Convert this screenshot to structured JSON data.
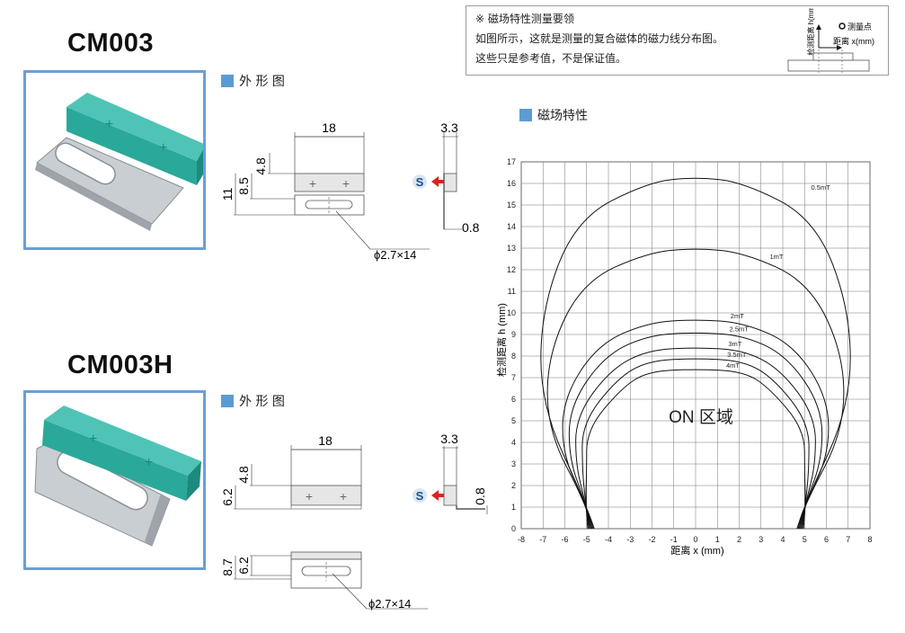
{
  "products": [
    {
      "model": "CM003",
      "outline_label": "外 形 图",
      "dims": {
        "width": "18",
        "height_top": "4.8",
        "height_mid": "8.5",
        "height_total": "11",
        "thickness": "3.3",
        "plate": "0.8",
        "slot": "ϕ2.7×14"
      },
      "pole_label": "S",
      "colors": {
        "magnet": "#2aa89a",
        "plate": "#c9ced3"
      }
    },
    {
      "model": "CM003H",
      "outline_label": "外 形 图",
      "dims": {
        "width": "18",
        "height_top": "4.8",
        "height_mid": "6.2",
        "thickness": "3.3",
        "plate": "0.8",
        "bottom_total": "8.7",
        "bottom_mid": "6.2",
        "slot": "ϕ2.7×14"
      },
      "pole_label": "S",
      "colors": {
        "magnet": "#2aa89a",
        "plate": "#c9ced3"
      }
    }
  ],
  "note": {
    "title": "※ 磁场特性测量要领",
    "line1": "如图所示，这就是测量的复合磁体的磁力线分布图。",
    "line2": "这些只是参考值，不是保证值。",
    "diagram": {
      "axis_label": "检测距离 h(mm)",
      "point_label": "测量点",
      "x_label": "距离 x(mm)"
    }
  },
  "chart_section_title": "磁场特性",
  "chart_data": {
    "type": "line",
    "title": "磁场特性",
    "xlabel": "距离 x (mm)",
    "ylabel": "检测距离 h (mm)",
    "xlim": [
      -8,
      8
    ],
    "ylim": [
      0,
      17
    ],
    "x_ticks": [
      -8,
      -7,
      -6,
      -5,
      -4,
      -3,
      -2,
      -1,
      0,
      1,
      2,
      3,
      4,
      5,
      6,
      7,
      8
    ],
    "y_ticks": [
      0,
      1,
      2,
      3,
      4,
      5,
      6,
      7,
      8,
      9,
      10,
      11,
      12,
      13,
      14,
      15,
      16,
      17
    ],
    "grid": true,
    "annotation": "ON 区域",
    "series": [
      {
        "name": "0.5mT",
        "peak": 16.3,
        "side": 7.1
      },
      {
        "name": "1mT",
        "peak": 13.0,
        "side": 6.8
      },
      {
        "name": "2mT",
        "peak": 9.7,
        "side": 6.1
      },
      {
        "name": "2.5mT",
        "peak": 9.1,
        "side": 5.8
      },
      {
        "name": "3mT",
        "peak": 8.4,
        "side": 5.5
      },
      {
        "name": "3.5mT",
        "peak": 7.9,
        "side": 5.2
      },
      {
        "name": "4mT",
        "peak": 7.4,
        "side": 5.0
      }
    ]
  }
}
